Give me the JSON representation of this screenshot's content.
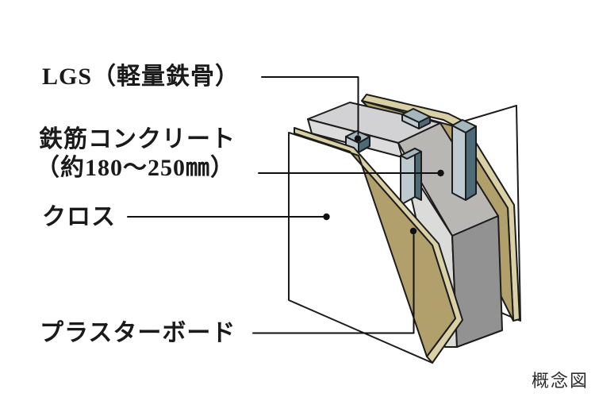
{
  "caption": "概念図",
  "labels": {
    "lgs": "LGS（軽量鉄骨）",
    "concrete_line1": "鉄筋コンクリート",
    "concrete_line2": "（約180〜250㎜）",
    "cloth": "クロス",
    "plasterboard": "プラスターボード"
  },
  "colors": {
    "outline": "#1c1c1c",
    "leader": "#111111",
    "text": "#1a1a1a",
    "caption_text": "#2d2d2d",
    "background": "#ffffff",
    "sheet_white": "#ffffff",
    "concrete_top": "#d2d2d4",
    "concrete_front_band": "#dcdcdc",
    "concrete_slant": "#b9b7b4",
    "concrete_light_band": "#dbdbd9",
    "concrete_dark": "#929292",
    "board_tan": "#b1a06c",
    "board_tan_light": "#d9d0a6",
    "stud_light": "#bfcad0",
    "stud_top": "#a4b7be",
    "stud_dark": "#4e6a77",
    "dot": "#111111"
  }
}
